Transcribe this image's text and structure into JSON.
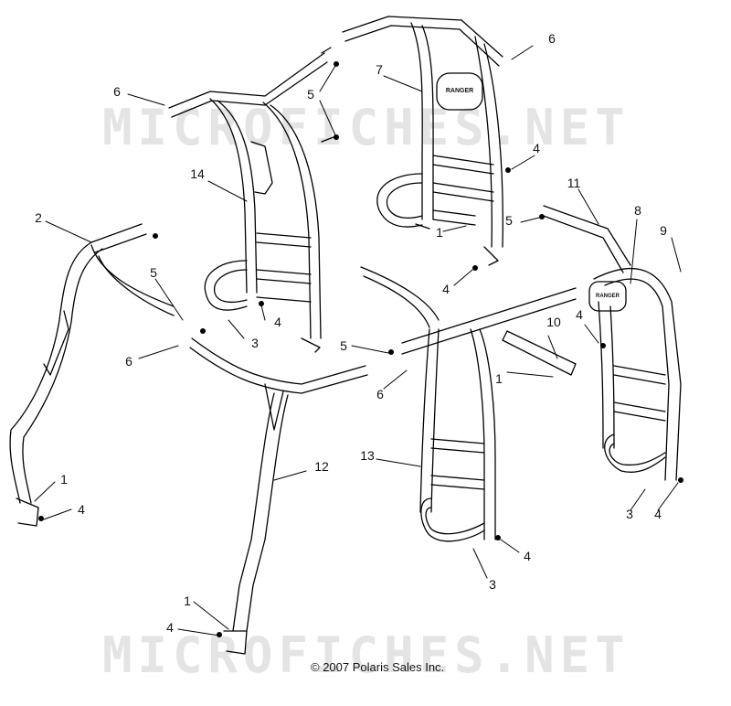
{
  "watermark": "MICROFICHES.NET",
  "copyright": "© 2007 Polaris Sales Inc.",
  "badge_text": "RANGER",
  "callouts": [
    "1",
    "2",
    "3",
    "4",
    "5",
    "6",
    "7",
    "8",
    "9",
    "10",
    "11",
    "12",
    "13",
    "14"
  ]
}
